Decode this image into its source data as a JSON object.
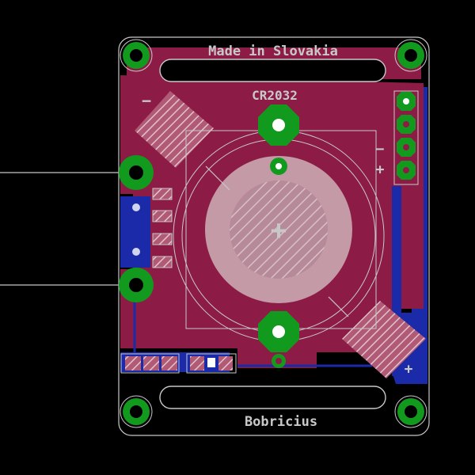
{
  "board": {
    "top_label": "Made in Slovakia",
    "bottom_label": "Bobricius",
    "battery_label": "CR2032",
    "minus_sign_top_left": "−",
    "minus_sign_right": "−",
    "plus_sign_right": "+",
    "plus_sign_bottom_right": "+",
    "center_symbol": "+"
  },
  "colors": {
    "background": "#000000",
    "board_fill": "#8c1c45",
    "copper_blue": "#1a2aa8",
    "pad_green": "#129a1f",
    "silkscreen": "#c8c8c8",
    "battery_disc": "#c49aa6"
  }
}
